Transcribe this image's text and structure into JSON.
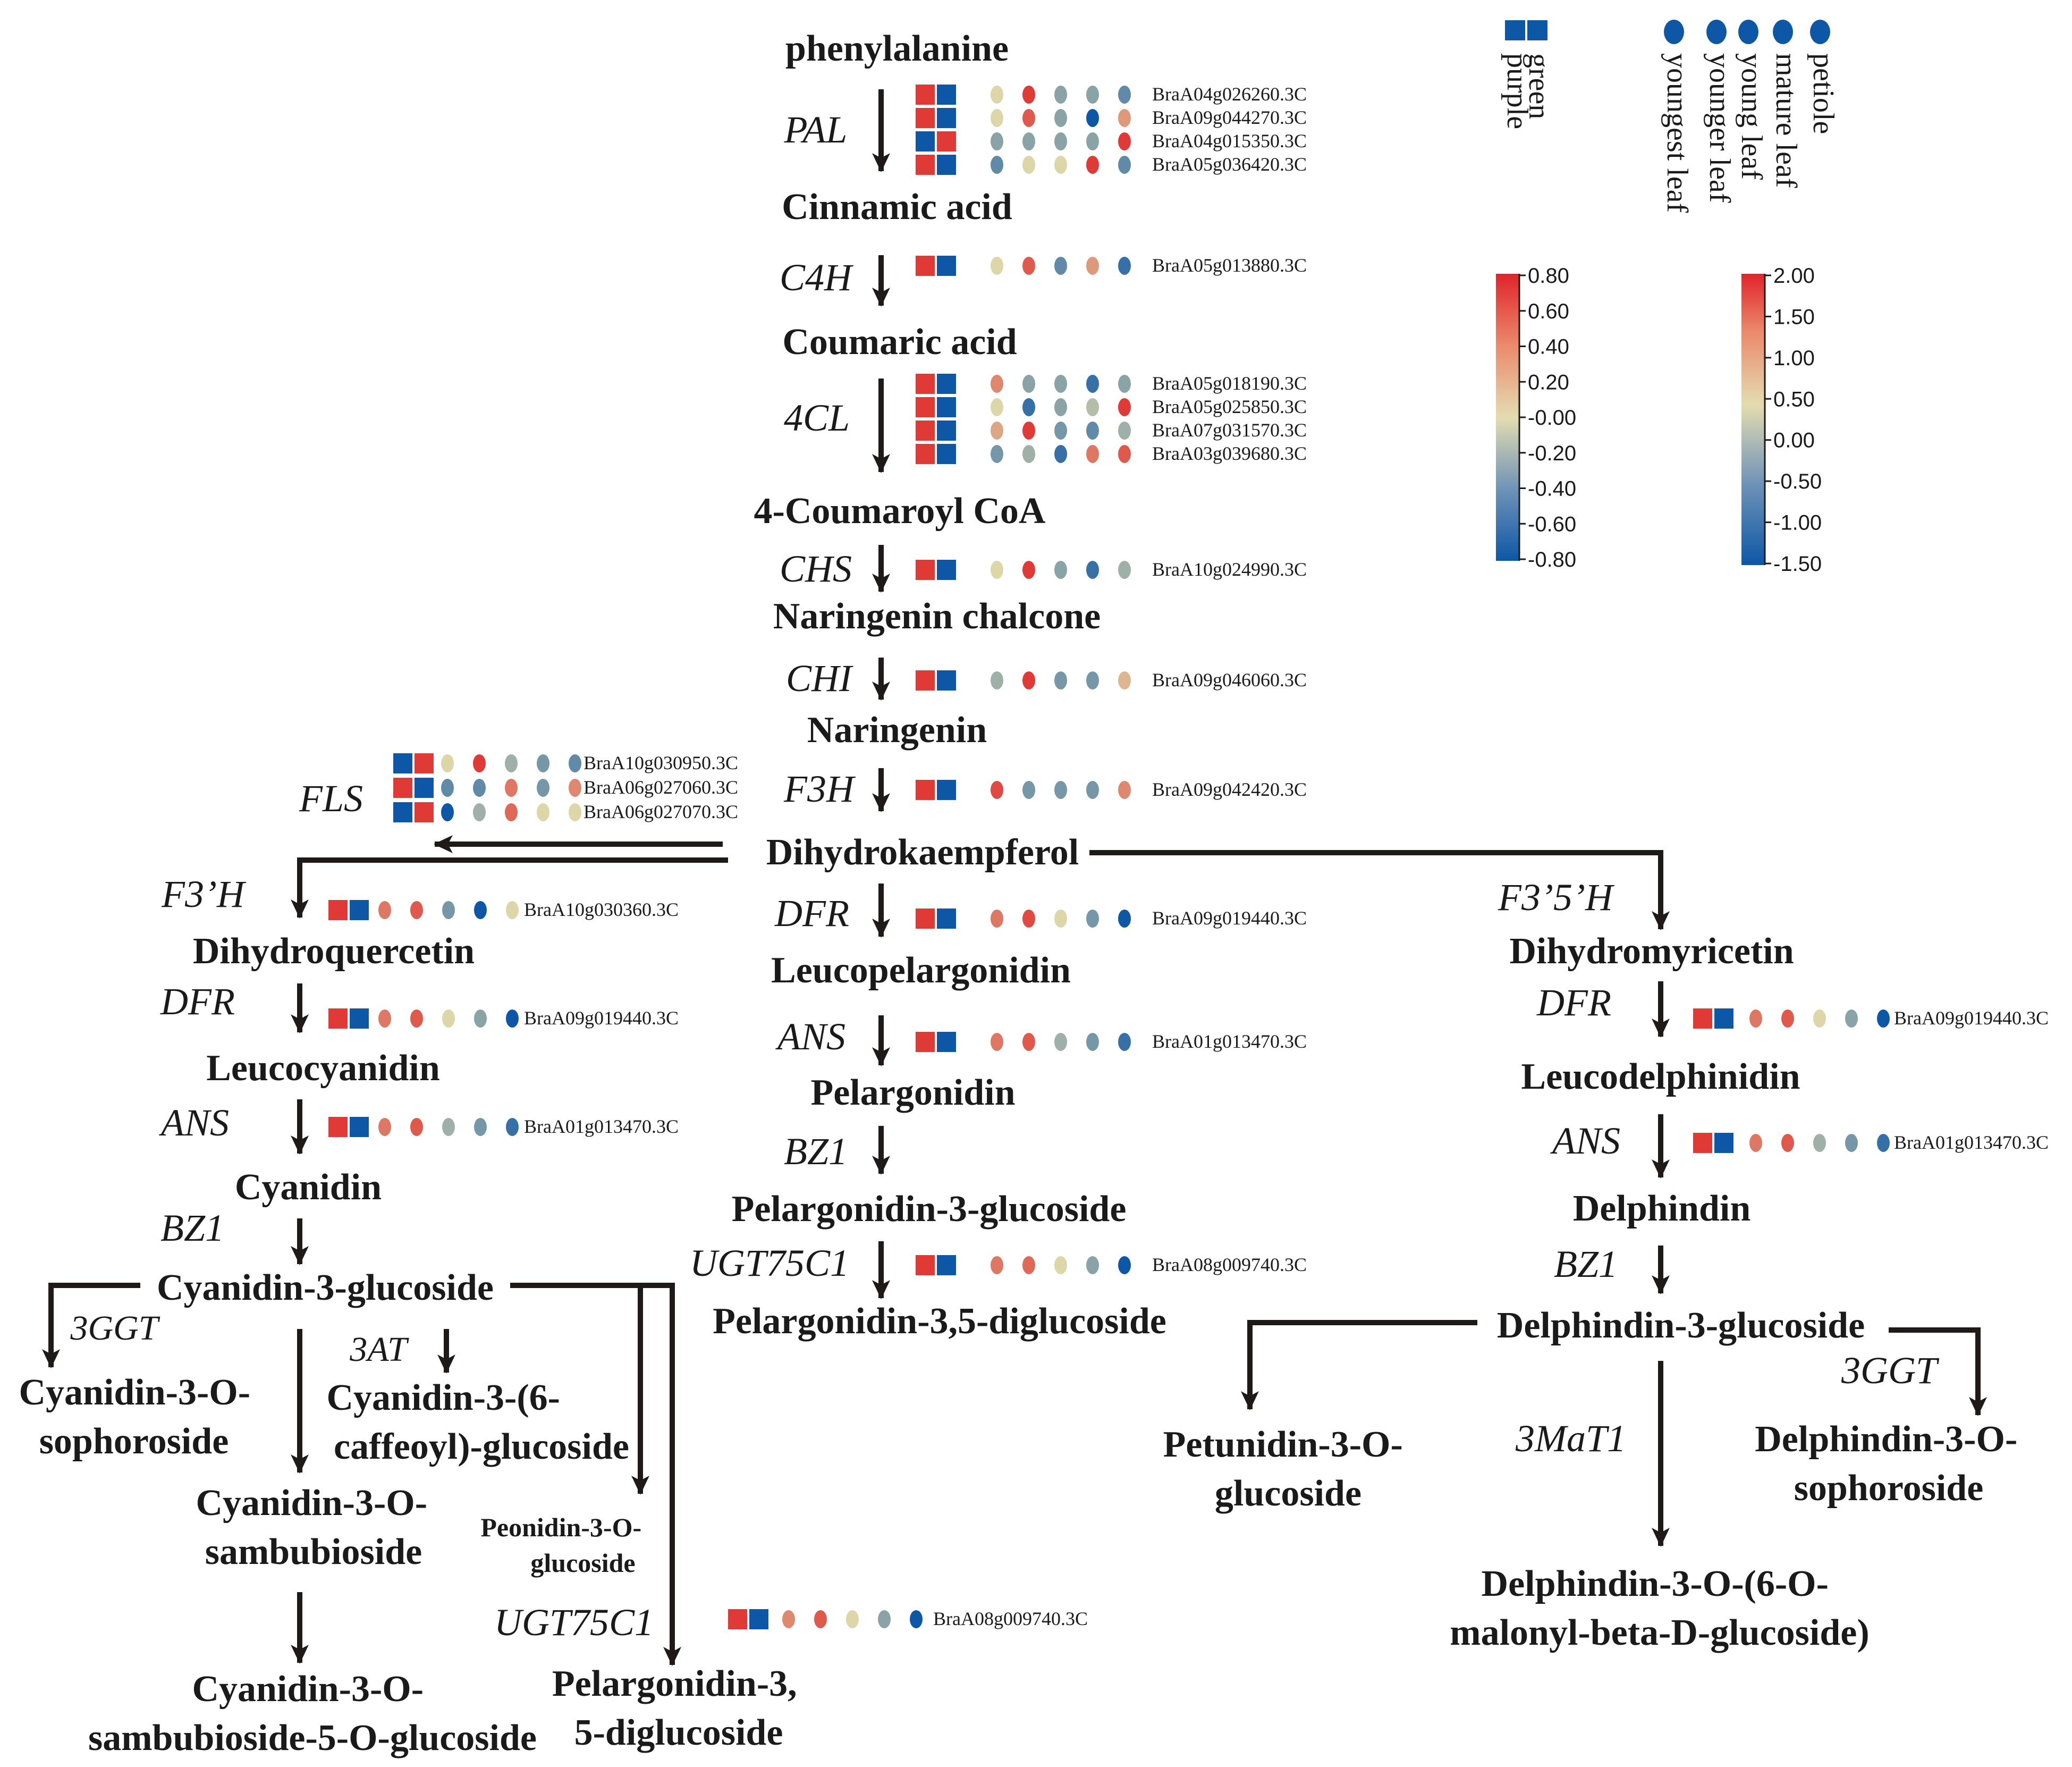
{
  "colors": {
    "heat_high": "#e03a36",
    "heat_mid": "#dcd6a8",
    "heat_low": "#0d57a6",
    "arrow": "#1f1a17",
    "text": "#1a1a1a"
  },
  "legend": {
    "tissue_samples": [
      "green",
      "purple"
    ],
    "organ_samples": [
      "petiole",
      "mature leaf",
      "young leaf",
      "younger leaf",
      "youngest leaf"
    ],
    "scale_small": [
      "0.80",
      "0.60",
      "0.40",
      "0.20",
      "-0.00",
      "-0.20",
      "-0.40",
      "-0.60",
      "-0.80"
    ],
    "scale_large": [
      "2.00",
      "1.50",
      "1.00",
      "0.50",
      "0.00",
      "-0.50",
      "-1.00",
      "-1.50"
    ]
  },
  "compounds": {
    "phenylalanine": "phenylalanine",
    "cinnamic": "Cinnamic acid",
    "coumaric": "Coumaric acid",
    "coumaroyl": "4-Coumaroyl CoA",
    "chalcone": "Naringenin chalcone",
    "naringenin": "Naringenin",
    "dihydrokaempferol": "Dihydrokaempferol",
    "leucopelargonidin": "Leucopelargonidin",
    "pelargonidin": "Pelargonidin",
    "pel3g": "Pelargonidin-3-glucoside",
    "pel35": "Pelargonidin-3,5-diglucoside",
    "dihydroquercetin": "Dihydroquercetin",
    "leucocyanidin": "Leucocyanidin",
    "cyanidin": "Cyanidin",
    "cy3g": "Cyanidin-3-glucoside",
    "cy3soph_1": "Cyanidin-3-O-",
    "cy3soph_2": "sophoroside",
    "cycaf_1": "Cyanidin-3-(6-",
    "cycaf_2": "caffeoyl)-glucoside",
    "cysamb_1": "Cyanidin-3-O-",
    "cysamb_2": "sambubioside",
    "peo_1": "Peonidin-3-O-",
    "peo_2": "glucoside",
    "cysamb5_1": "Cyanidin-3-O-",
    "cysamb5_2": "sambubioside-5-O-glucoside",
    "pelb_1": "Pelargonidin-3,",
    "pelb_2": "5-diglucoside",
    "dihydromyricetin": "Dihydromyricetin",
    "leucodelphinidin": "Leucodelphinidin",
    "delphindin": "Delphindin",
    "del3g": "Delphindin-3-glucoside",
    "petunidin_1": "Petunidin-3-O-",
    "petunidin_2": "glucoside",
    "delsoph_1": "Delphindin-3-O-",
    "delsoph_2": "sophoroside",
    "delmal_1": "Delphindin-3-O-(6-O-",
    "delmal_2": "malonyl-beta-D-glucoside)"
  },
  "enzymes": {
    "pal": "PAL",
    "c4h": "C4H",
    "cl4": "4CL",
    "chs": "CHS",
    "chi": "CHI",
    "f3h": "F3H",
    "fls": "FLS",
    "f3ph": "F3’H",
    "dfr_c": "DFR",
    "f35h": "F3’5’H",
    "dfr_l": "DFR",
    "ans_c": "ANS",
    "ans_l": "ANS",
    "bz1_c": "BZ1",
    "bz1_l": "BZ1",
    "ugt_c": "UGT75C1",
    "ggt_l": "3GGT",
    "at3": "3AT",
    "ugt_l": "UGT75C1",
    "dfr_r": "DFR",
    "ans_r": "ANS",
    "bz1_r": "BZ1",
    "ggt_r": "3GGT",
    "mat": "3MaT1"
  },
  "heatmap_rows": [
    {
      "gene": "BraA04g026260.3C",
      "pair": [
        1,
        -1
      ],
      "organs": [
        0,
        1,
        -0.4,
        -0.4,
        -0.6
      ]
    },
    {
      "gene": "BraA09g044270.3C",
      "pair": [
        1,
        -1
      ],
      "organs": [
        0,
        0.8,
        -0.4,
        -1,
        0.4
      ]
    },
    {
      "gene": "BraA04g015350.3C",
      "pair": [
        -1,
        1
      ],
      "organs": [
        -0.4,
        -0.4,
        -0.4,
        -0.4,
        1
      ]
    },
    {
      "gene": "BraA05g036420.3C",
      "pair": [
        1,
        -1
      ],
      "organs": [
        -0.6,
        0,
        0,
        1,
        -0.6
      ]
    },
    {
      "gene": "BraA05g013880.3C",
      "pair": [
        1,
        -1
      ],
      "organs": [
        0,
        0.8,
        -0.6,
        0.4,
        -0.8
      ]
    },
    {
      "gene": "BraA05g018190.3C",
      "pair": [
        1,
        -1
      ],
      "organs": [
        0.5,
        -0.4,
        -0.4,
        -0.8,
        -0.4
      ]
    },
    {
      "gene": "BraA05g025850.3C",
      "pair": [
        1,
        -1
      ],
      "organs": [
        0,
        -0.8,
        -0.4,
        -0.2,
        1
      ]
    },
    {
      "gene": "BraA07g031570.3C",
      "pair": [
        1,
        -1
      ],
      "organs": [
        0.3,
        1,
        -0.5,
        -0.6,
        -0.3
      ]
    },
    {
      "gene": "BraA03g039680.3C",
      "pair": [
        1,
        -1
      ],
      "organs": [
        -0.5,
        -0.3,
        -0.8,
        0.6,
        0.8
      ]
    },
    {
      "gene": "BraA10g024990.3C",
      "pair": [
        1,
        -1
      ],
      "organs": [
        0,
        1,
        -0.4,
        -0.8,
        -0.3
      ]
    },
    {
      "gene": "BraA09g046060.3C",
      "pair": [
        1,
        -1
      ],
      "organs": [
        -0.3,
        1,
        -0.5,
        -0.5,
        0.2
      ]
    },
    {
      "gene": "BraA09g042420.3C",
      "pair": [
        1,
        -1
      ],
      "organs": [
        0.9,
        -0.5,
        -0.5,
        -0.5,
        0.5
      ]
    },
    {
      "gene": "BraA09g019440.3C",
      "pair": [
        1,
        -1
      ],
      "organs": [
        0.6,
        0.9,
        0,
        -0.5,
        -1
      ]
    },
    {
      "gene": "BraA01g013470.3C",
      "pair": [
        1,
        -1
      ],
      "organs": [
        0.6,
        0.8,
        -0.3,
        -0.5,
        -0.8
      ]
    },
    {
      "gene": "BraA08g009740.3C",
      "pair": [
        1,
        -1
      ],
      "organs": [
        0.6,
        0.7,
        0,
        -0.4,
        -1
      ]
    },
    {
      "gene": "BraA10g030950.3C",
      "pair": [
        -1,
        1
      ],
      "organs": [
        0,
        1,
        -0.3,
        -0.5,
        -0.6
      ]
    },
    {
      "gene": "BraA06g027060.3C",
      "pair": [
        1,
        -1
      ],
      "organs": [
        -0.6,
        -0.6,
        0.6,
        -0.5,
        0.5
      ]
    },
    {
      "gene": "BraA06g027070.3C",
      "pair": [
        -1,
        1
      ],
      "organs": [
        -1,
        -0.3,
        0.7,
        0,
        0
      ]
    },
    {
      "gene": "BraA10g030360.3C",
      "pair": [
        1,
        -1
      ],
      "organs": [
        0.6,
        0.8,
        -0.5,
        -1,
        0
      ]
    },
    {
      "gene": "BraA09g019440.3C",
      "pair": [
        1,
        -1
      ],
      "organs": [
        0.6,
        0.8,
        0,
        -0.4,
        -1
      ]
    },
    {
      "gene": "BraA01g013470.3C",
      "pair": [
        1,
        -1
      ],
      "organs": [
        0.6,
        0.8,
        -0.3,
        -0.5,
        -0.8
      ]
    },
    {
      "gene": "BraA08g009740.3C",
      "pair": [
        1,
        -1
      ],
      "organs": [
        0.5,
        0.8,
        0,
        -0.4,
        -1
      ]
    },
    {
      "gene": "BraA09g019440.3C",
      "pair": [
        1,
        -1
      ],
      "organs": [
        0.6,
        0.8,
        0,
        -0.4,
        -1
      ]
    },
    {
      "gene": "BraA01g013470.3C",
      "pair": [
        1,
        -1
      ],
      "organs": [
        0.6,
        0.8,
        -0.3,
        -0.5,
        -0.8
      ]
    }
  ]
}
